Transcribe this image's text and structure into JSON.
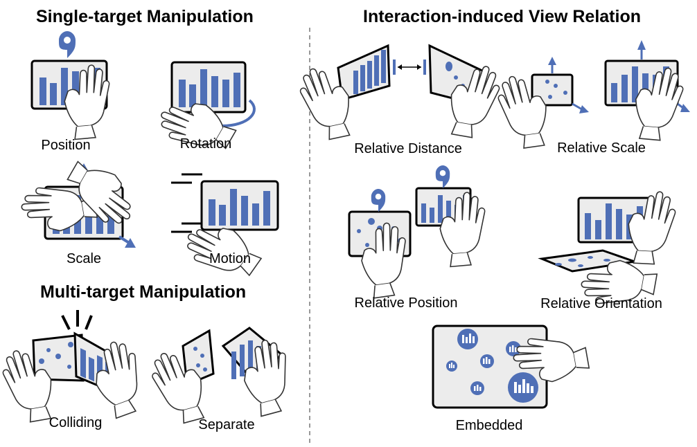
{
  "sections": {
    "single_target": "Single-target Manipulation",
    "multi_target": "Multi-target Manipulation",
    "view_relation": "Interaction-induced View Relation"
  },
  "techniques": {
    "position": "Position",
    "rotation": "Rotation",
    "scale": "Scale",
    "motion": "Motion",
    "colliding": "Colliding",
    "separate": "Separate",
    "relative_distance": "Relative Distance",
    "relative_scale": "Relative Scale",
    "relative_position": "Relative Position",
    "relative_orientation": "Relative Orientation",
    "embedded": "Embedded"
  },
  "colors": {
    "accent_blue": "#4f6fb6",
    "screen_fill": "#ececec",
    "outline": "#000000"
  },
  "icons": [
    "location-pin-icon",
    "rotation-arrow-icon",
    "scale-arrow-icon",
    "motion-lines-icon",
    "collision-burst-icon",
    "distance-arrow-icon",
    "axis-arrows-icon",
    "hand-icon"
  ]
}
